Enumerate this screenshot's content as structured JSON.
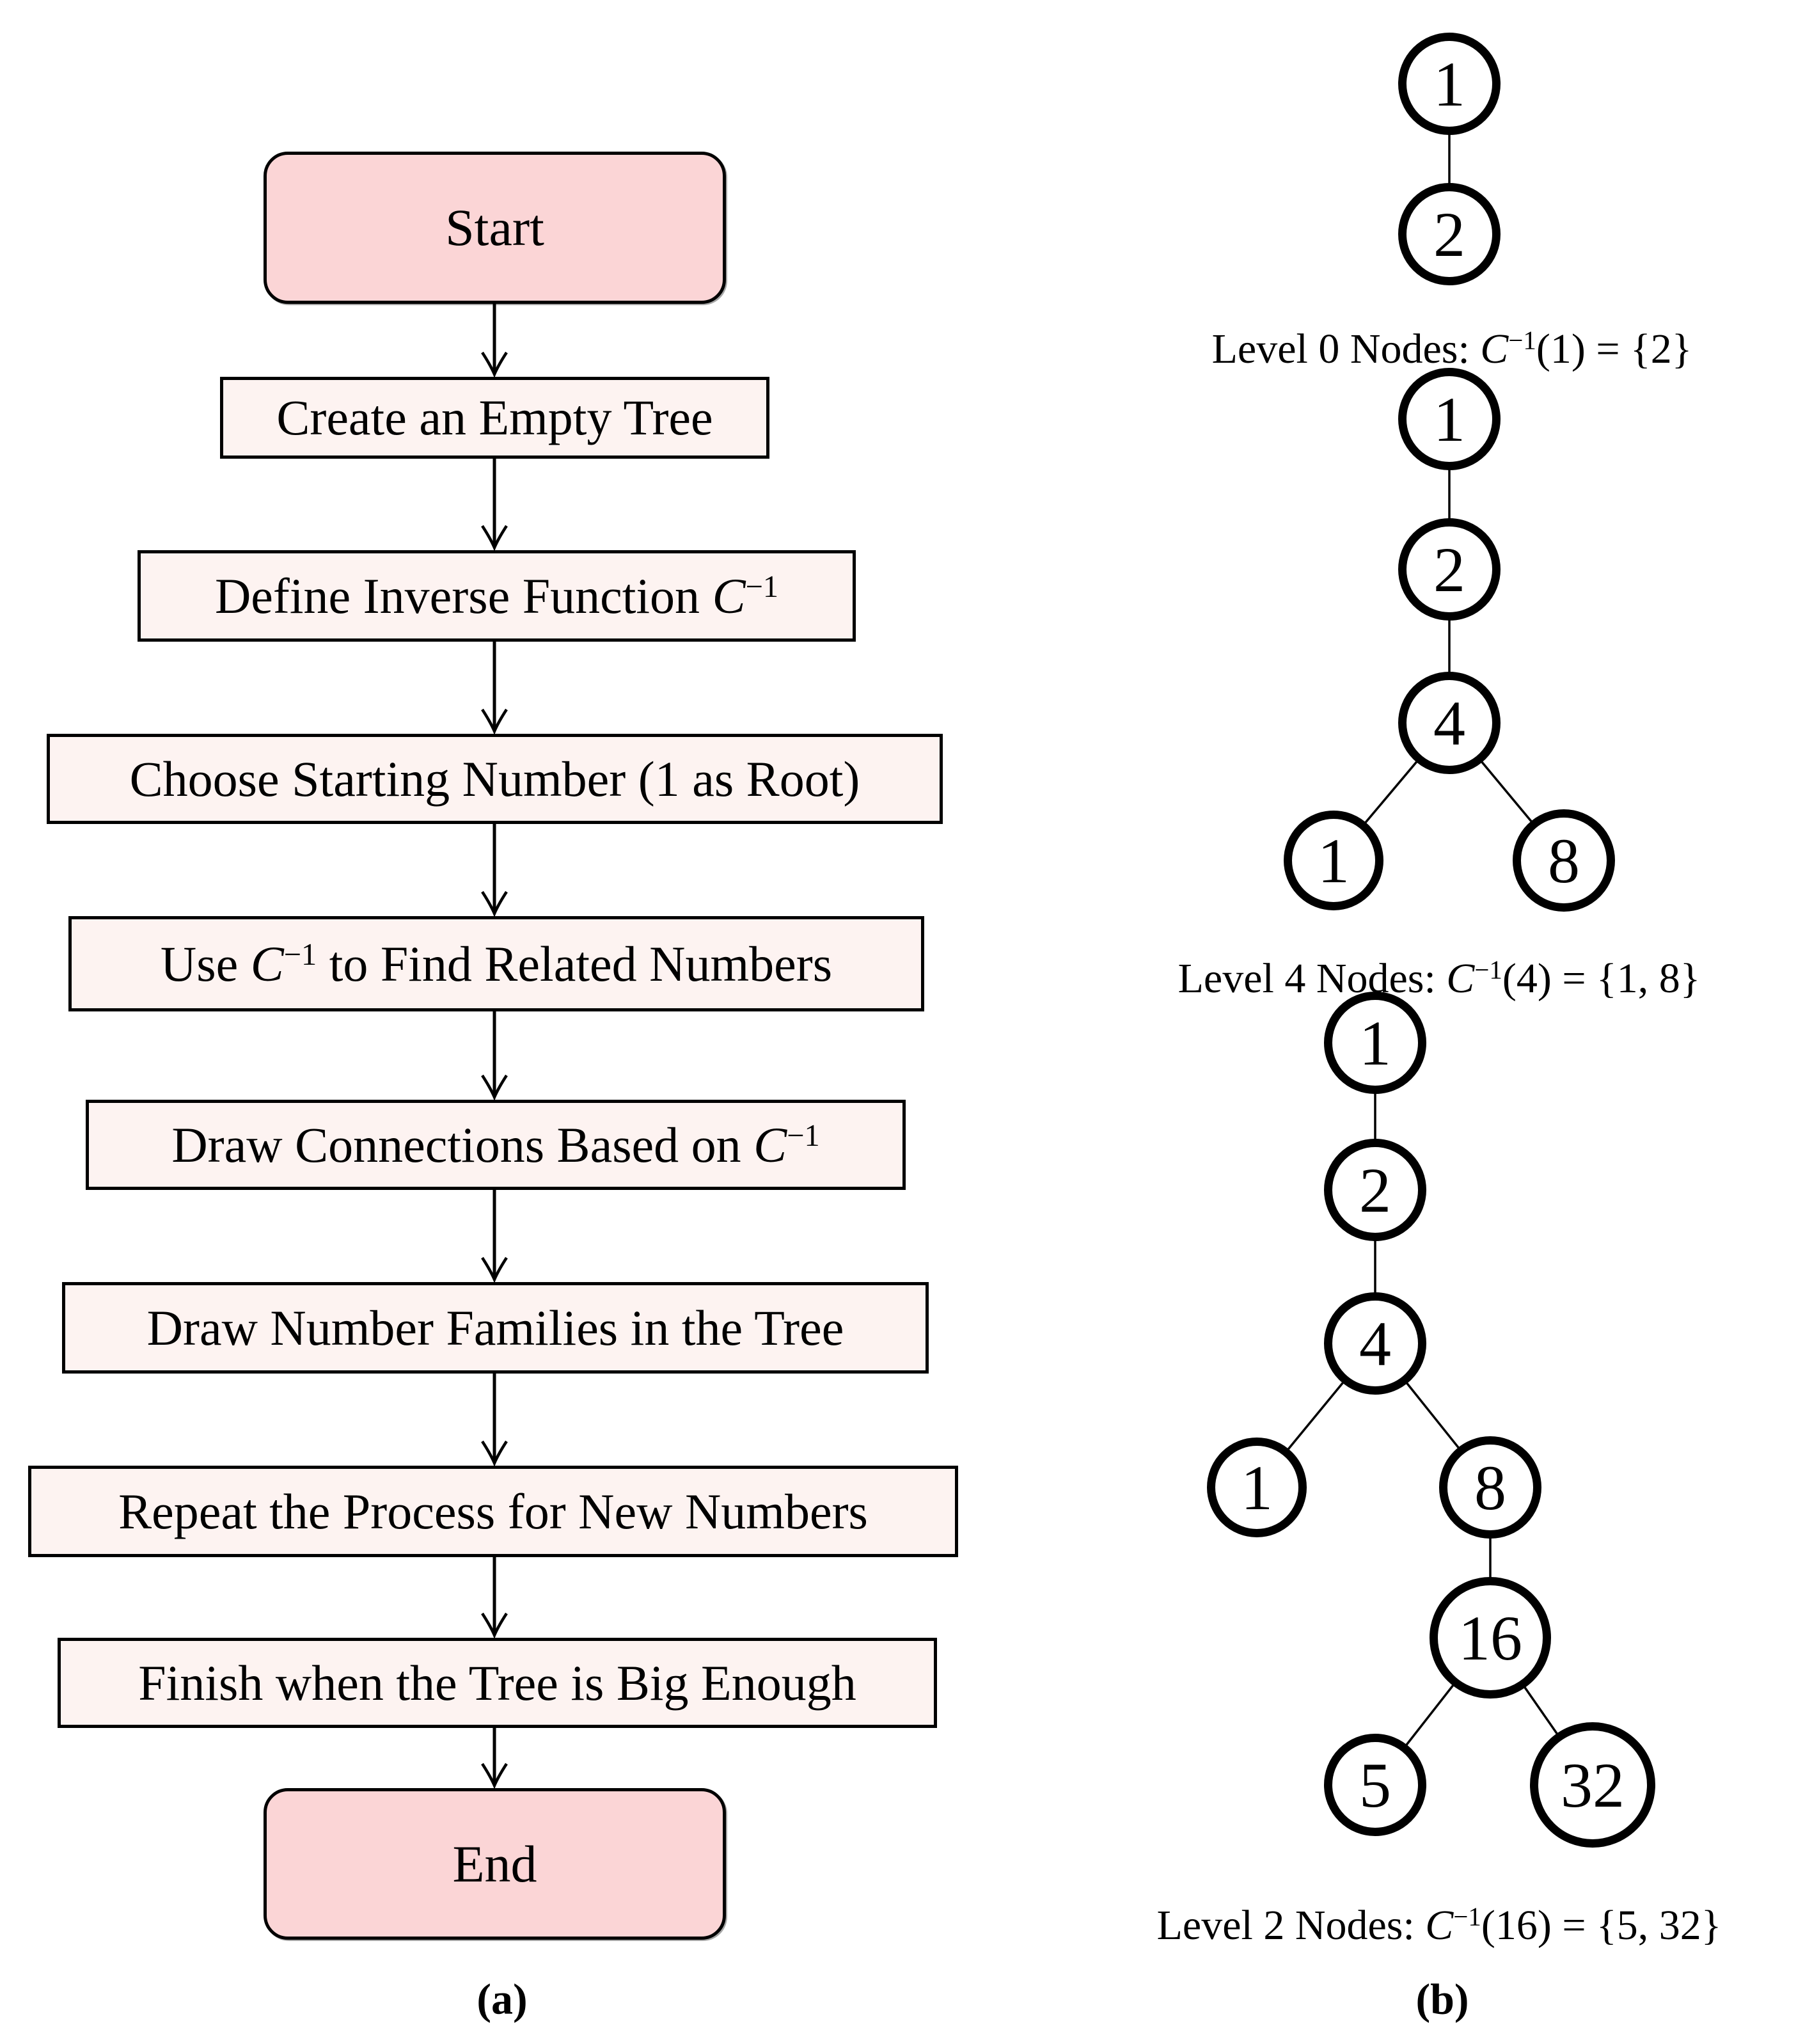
{
  "panel_labels": {
    "a": "(a)",
    "b": "(b)"
  },
  "colors": {
    "terminal_fill": "#fbd5d6",
    "process_fill": "#fdf3f1",
    "outline": "#000000",
    "node_fill": "#ffffff",
    "text": "#000000"
  },
  "flowchart": {
    "start_label": "Start",
    "end_label": "End",
    "steps": [
      {
        "pre": "Create an Empty Tree"
      },
      {
        "pre": "Define Inverse Function ",
        "c": "C",
        "sup": "−1"
      },
      {
        "pre": "Choose Starting Number (1 as Root)"
      },
      {
        "pre": "Use ",
        "c": "C",
        "sup": "−1",
        "post": " to Find Related Numbers"
      },
      {
        "pre": "Draw Connections Based on ",
        "c": "C",
        "sup": "−1"
      },
      {
        "pre": "Draw Number Families in the Tree"
      },
      {
        "pre": "Repeat the Process for New Numbers"
      },
      {
        "pre": "Finish when the Tree is Big Enough"
      }
    ]
  },
  "trees": [
    {
      "nodes": [
        "1",
        "2"
      ],
      "caption": {
        "pre": "Level 0 Nodes: ",
        "c": "C",
        "sup": "−1",
        "post": "(1) = {2}"
      }
    },
    {
      "nodes": [
        "1",
        "2",
        "4",
        "1",
        "8"
      ],
      "caption": {
        "pre": "Level 4 Nodes: ",
        "c": "C",
        "sup": "−1",
        "post": "(4) = {1, 8}"
      }
    },
    {
      "nodes": [
        "1",
        "2",
        "4",
        "1",
        "8",
        "16",
        "5",
        "32"
      ],
      "caption": {
        "pre": "Level 2 Nodes: ",
        "c": "C",
        "sup": "−1",
        "post": "(16) = {5, 32}"
      }
    }
  ]
}
